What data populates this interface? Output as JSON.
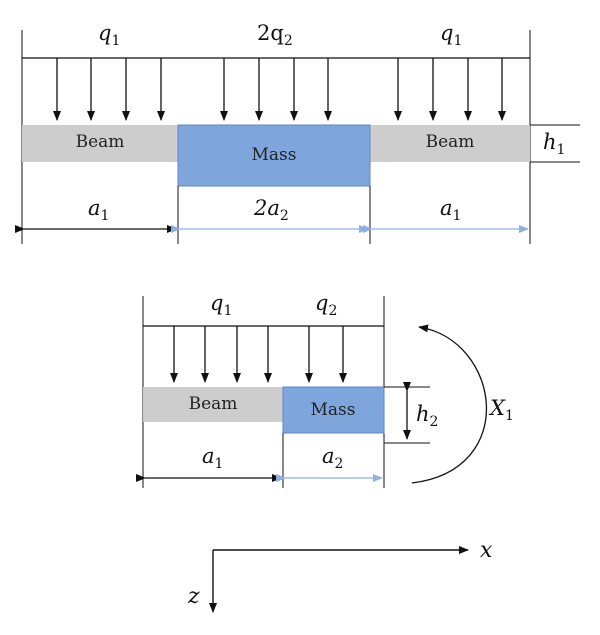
{
  "top": {
    "loads": {
      "left": "q",
      "left_sub": "1",
      "middle": "2q",
      "middle_sub": "2",
      "right": "q",
      "right_sub": "1"
    },
    "labels": {
      "beam_left": "Beam",
      "mass": "Mass",
      "beam_right": "Beam"
    },
    "height": {
      "symbol": "h",
      "sub": "1"
    },
    "dims": {
      "left": "a",
      "left_sub": "1",
      "middle": "2a",
      "middle_sub": "2",
      "right": "a",
      "right_sub": "1"
    }
  },
  "bottom": {
    "loads": {
      "left": "q",
      "left_sub": "1",
      "right": "q",
      "right_sub": "2"
    },
    "labels": {
      "beam": "Beam",
      "mass": "Mass"
    },
    "height": {
      "symbol": "h",
      "sub": "2"
    },
    "moment": {
      "symbol": "X",
      "sub": "1"
    },
    "dims": {
      "left": "a",
      "left_sub": "1",
      "right": "a",
      "right_sub": "2"
    }
  },
  "axes": {
    "x": "x",
    "z": "z"
  },
  "colors": {
    "beam": "#cdcdcd",
    "mass": "#7fa6dc",
    "mass_border": "#5d86c4",
    "line": "#111111",
    "dim_blue": "#8fb0de"
  }
}
